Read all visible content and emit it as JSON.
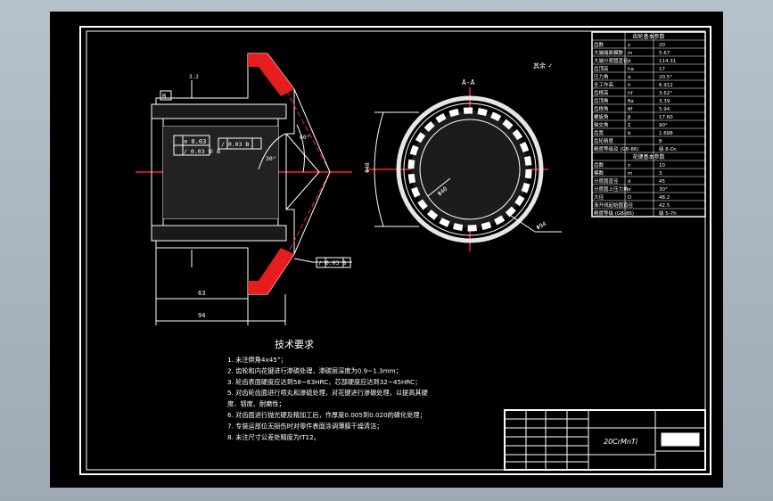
{
  "colors": {
    "background": "#a9b4be",
    "sheet": "#000000",
    "lines": "#ffffff",
    "centerline": "#ff2020",
    "hatch": "#ff2020",
    "section_ring": "#e6e6e6"
  },
  "view_main": {
    "dims": [
      "63",
      "94"
    ],
    "tolerance_1": "⊘ 0.03",
    "tolerance_2": "/ 0.03 ② B",
    "tolerance_3": "/ 0.03 B",
    "tolerance_4": "/ 0.03 B",
    "datum_b": "B",
    "angle_1": "30°",
    "angle_2": "60°",
    "roughness": "3.2"
  },
  "view_section": {
    "title": "A-A",
    "dia_left": "Φ48",
    "dia_inner": "Φ40",
    "dia_outer": "Φ94",
    "surface_mark": "其余 ✓"
  },
  "param_table": {
    "title_1": "齿轮基本参数",
    "rows_1": [
      [
        "齿数",
        "z",
        "20"
      ],
      [
        "大端端面模数",
        "m",
        "5.67"
      ],
      [
        "大端分度圆直径",
        "d",
        "114.31"
      ],
      [
        "齿顶高",
        "ha",
        "17"
      ],
      [
        "压力角",
        "α",
        "20.5°"
      ],
      [
        "全工作高",
        "h",
        "6.912"
      ],
      [
        "齿根高",
        "hf",
        "3.62°"
      ],
      [
        "齿顶角",
        "θa",
        "3.39"
      ],
      [
        "齿根角",
        "θf",
        "5.94"
      ],
      [
        "螺旋角",
        "β",
        "17.60"
      ],
      [
        "轴交角",
        "Σ",
        "90°"
      ],
      [
        "齿宽",
        "b",
        "1.688"
      ],
      [
        "齿轮精度",
        "",
        "8"
      ],
      [
        "精度等级及 (GB-86)",
        "",
        "级 8-Dc"
      ]
    ],
    "title_2": "花键基本参数",
    "rows_2": [
      [
        "齿数",
        "z",
        "10"
      ],
      [
        "模数",
        "m",
        "3"
      ],
      [
        "分度圆直径",
        "d",
        "45"
      ],
      [
        "分度圆上压力角",
        "α",
        "30°"
      ],
      [
        "大径",
        "D",
        "48.2"
      ],
      [
        "渐开线起始圆直径",
        "",
        "42.5"
      ],
      [
        "精度等级 (GB-86)",
        "",
        "级 5-7h"
      ]
    ]
  },
  "tech_notes": {
    "title": "技术要求",
    "items": [
      "1. 未注倒角4x45°；",
      "2. 齿轮和内花键进行渗碳处理，渗碳层深度为0.9~1.3mm；",
      "3. 轮齿表面硬度应达到58~63HRC，芯部硬度应达到32~45HRC；",
      "5. 对齿轮齿面进行喷丸和渗硫处理，对花键进行渗碳处理，以提高其硬",
      "   度、韧度、耐磨性；",
      "6. 对齿面进行抛光硬及精加工后，作厚度0.005到0.020的磷化处理；",
      "7. 专装运部位无损伤时对零件表面涂调薄膜干燥清洁；",
      "8. 未注尺寸公差处精度为IT12。"
    ]
  },
  "title_block": {
    "material": "20CrMnTi"
  }
}
